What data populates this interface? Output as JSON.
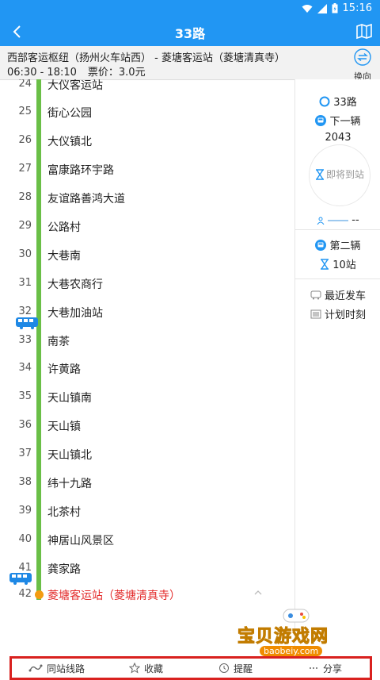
{
  "status_bar": {
    "time": "15:16",
    "color": "#2196f3"
  },
  "app_bar": {
    "title": "33路",
    "back_icon": "chevron-left-icon",
    "map_icon": "map-icon"
  },
  "route": {
    "from": "西部客运枢纽（扬州火车站西）",
    "separator": " - ",
    "to": "菱塘客运站（菱塘清真寺）",
    "hours": "06:30 - 18:10",
    "fare": "票价：3.0元",
    "reverse_label": "换向"
  },
  "stations": [
    {
      "num": "24",
      "name": "大仪客运站"
    },
    {
      "num": "25",
      "name": "街心公园"
    },
    {
      "num": "26",
      "name": "大仪镇北"
    },
    {
      "num": "27",
      "name": "富康路环宇路"
    },
    {
      "num": "28",
      "name": "友谊路善鸿大道"
    },
    {
      "num": "29",
      "name": "公路村"
    },
    {
      "num": "30",
      "name": "大巷南"
    },
    {
      "num": "31",
      "name": "大巷农商行"
    },
    {
      "num": "32",
      "name": "大巷加油站"
    },
    {
      "num": "33",
      "name": "南茶"
    },
    {
      "num": "34",
      "name": "许黄路"
    },
    {
      "num": "35",
      "name": "天山镇南"
    },
    {
      "num": "36",
      "name": "天山镇"
    },
    {
      "num": "37",
      "name": "天山镇北"
    },
    {
      "num": "38",
      "name": "纬十九路"
    },
    {
      "num": "39",
      "name": "北茶村"
    },
    {
      "num": "40",
      "name": "神居山风景区"
    },
    {
      "num": "41",
      "name": "龚家路"
    },
    {
      "num": "42",
      "name": "菱塘客运站（菱塘清真寺）"
    }
  ],
  "side_panel": {
    "route_label": "33路",
    "next_label": "下一辆",
    "next_bus_id": "2043",
    "arriving_label": "即将到站",
    "crowd_value": "--",
    "second_label": "第二辆",
    "second_stops": "10站",
    "last_departure": "最近发车",
    "schedule": "计划时刻"
  },
  "bottom_bar": {
    "tabs": [
      {
        "label": "同站线路",
        "icon": "route-icon"
      },
      {
        "label": "收藏",
        "icon": "star-icon"
      },
      {
        "label": "提醒",
        "icon": "clock-icon"
      },
      {
        "label": "分享",
        "icon": "share-icon"
      }
    ]
  },
  "watermark": {
    "text": "宝贝游戏网",
    "url": "baobeiy.com"
  },
  "colors": {
    "accent": "#2196f3",
    "track": "#6abf47",
    "terminal": "#e32a2a",
    "highlight": "#d9211f"
  }
}
